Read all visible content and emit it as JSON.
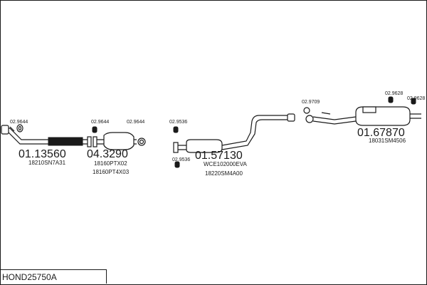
{
  "diagram_code": "HOND25750A",
  "part_numbers": [
    {
      "id": "p1",
      "text": "01.13560"
    },
    {
      "id": "p2",
      "text": "04.3290"
    },
    {
      "id": "p3",
      "text": "01.57130"
    },
    {
      "id": "p4",
      "text": "01.67870"
    }
  ],
  "oem_refs": [
    {
      "id": "o1",
      "text": "18210SN7A31"
    },
    {
      "id": "o2",
      "text": "18160PTX02"
    },
    {
      "id": "o3",
      "text": "18160PT4X03"
    },
    {
      "id": "o4",
      "text": "WCE102000EVA"
    },
    {
      "id": "o5",
      "text": "18220SM4A00"
    },
    {
      "id": "o6",
      "text": "18031SM4506"
    }
  ],
  "accessory_labels": [
    {
      "id": "a1",
      "text": "02.9644"
    },
    {
      "id": "a2",
      "text": "02.9644"
    },
    {
      "id": "a3",
      "text": "02.9644"
    },
    {
      "id": "a4",
      "text": "02.9536"
    },
    {
      "id": "a5",
      "text": "02.9536"
    },
    {
      "id": "a6",
      "text": "02.9709"
    },
    {
      "id": "a7",
      "text": "02.9628"
    },
    {
      "id": "a8",
      "text": "02.9628"
    }
  ],
  "colors": {
    "line": "#1a1a1a",
    "background": "#ffffff"
  }
}
